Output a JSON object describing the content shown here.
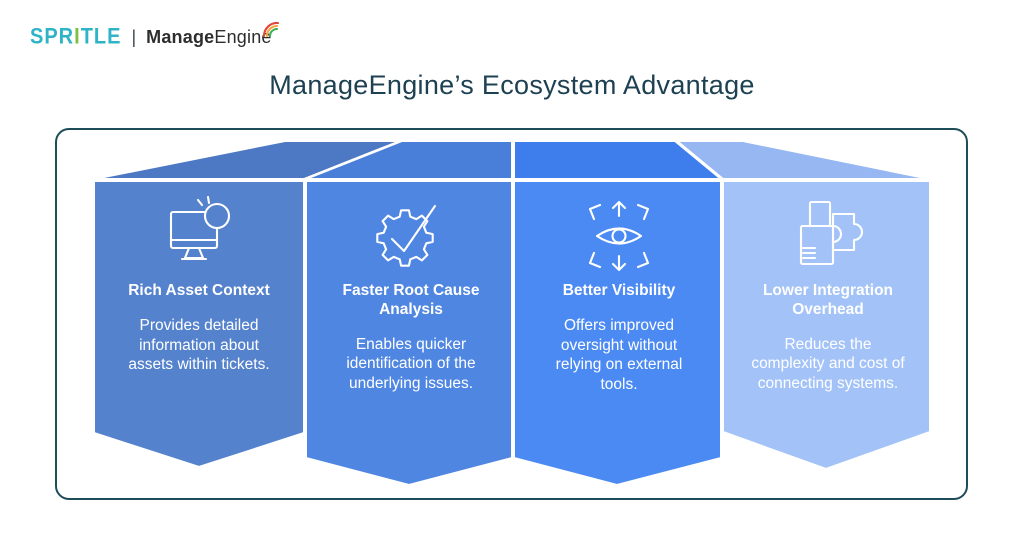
{
  "logo": {
    "brand_part1": "SPR",
    "brand_part2": "I",
    "brand_part3": "TLE",
    "separator": "|",
    "product_bold": "Manage",
    "product_regular": "Engine"
  },
  "title": "ManageEngine’s Ecosystem Advantage",
  "colors": {
    "panel_border": "#1e4d5a",
    "title_text": "#1d4152",
    "spritle_cyan": "#2fb3c7",
    "spritle_green": "#7ec142"
  },
  "cards": [
    {
      "icon": "monitor-alert-icon",
      "title": "Rich Asset Context",
      "description": "Provides detailed information about assets within tickets.",
      "body_color": "#5582cd",
      "fold_color": "#4d78c4"
    },
    {
      "icon": "gear-check-icon",
      "title": "Faster Root Cause Analysis",
      "description": "Enables quicker identification of the underlying issues.",
      "body_color": "#4f86e2",
      "fold_color": "#4a7fd9"
    },
    {
      "icon": "eye-arrows-icon",
      "title": "Better Visibility",
      "description": "Offers improved oversight without relying on external tools.",
      "body_color": "#4c8af3",
      "fold_color": "#3d7eec"
    },
    {
      "icon": "puzzle-integration-icon",
      "title": "Lower Integration Overhead",
      "description": "Reduces the complexity and cost of connecting systems.",
      "body_color": "#a3c3f8",
      "fold_color": "#96b7f2"
    }
  ]
}
